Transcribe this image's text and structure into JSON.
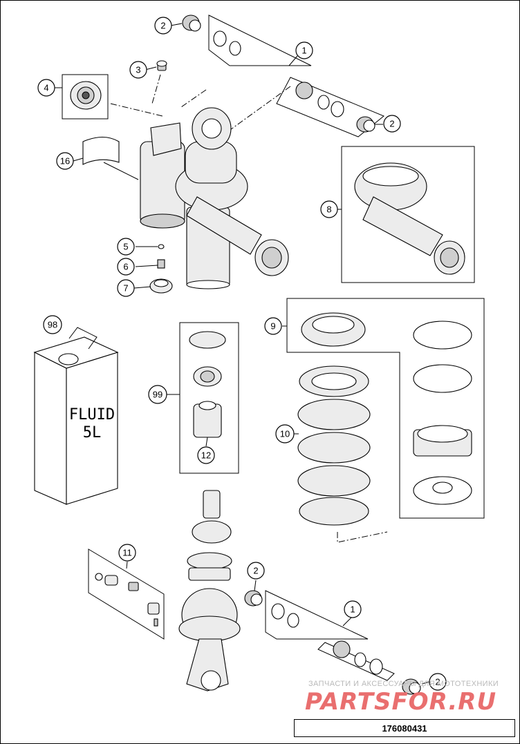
{
  "diagram": {
    "callouts": [
      {
        "id": "c1a",
        "label": "1"
      },
      {
        "id": "c2a",
        "label": "2"
      },
      {
        "id": "c2b",
        "label": "2"
      },
      {
        "id": "c3",
        "label": "3"
      },
      {
        "id": "c4",
        "label": "4"
      },
      {
        "id": "c5",
        "label": "5"
      },
      {
        "id": "c6",
        "label": "6"
      },
      {
        "id": "c7",
        "label": "7"
      },
      {
        "id": "c8",
        "label": "8"
      },
      {
        "id": "c9",
        "label": "9"
      },
      {
        "id": "c10",
        "label": "10"
      },
      {
        "id": "c11",
        "label": "11"
      },
      {
        "id": "c12",
        "label": "12"
      },
      {
        "id": "c16",
        "label": "16"
      },
      {
        "id": "c98",
        "label": "98"
      },
      {
        "id": "c99",
        "label": "99"
      },
      {
        "id": "c2c",
        "label": "2"
      },
      {
        "id": "c1b",
        "label": "1"
      },
      {
        "id": "c2d",
        "label": "2"
      }
    ],
    "fluid_can": {
      "line1": "FLUID",
      "line2": "5L"
    },
    "part_code": "176080431"
  },
  "watermark": {
    "caption": "ЗАПЧАСТИ И АКСЕССУАРЫ ДЛЯ МОТОТЕХНИКИ",
    "logo": "PARTSFOR.RU"
  }
}
